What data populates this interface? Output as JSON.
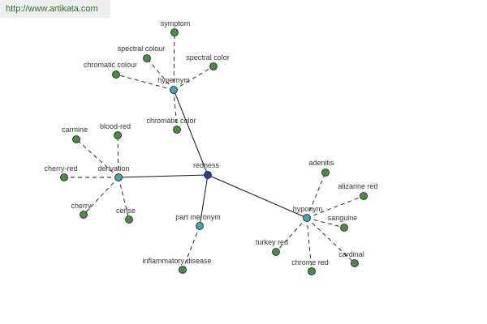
{
  "url": "http://www.artikata.com",
  "colors": {
    "root": "#2e3f8f",
    "relation": "#4aa2ae",
    "leaf": "#4c8a45",
    "edge": "#111111"
  },
  "root": {
    "id": "redness",
    "label": "redness"
  },
  "relations": [
    {
      "id": "hypernym",
      "label": "hypernym"
    },
    {
      "id": "derivation",
      "label": "derivation"
    },
    {
      "id": "part-meronym",
      "label": "part meronym"
    },
    {
      "id": "hyponym",
      "label": "hyponym"
    }
  ],
  "leaves": [
    {
      "id": "symptom",
      "label": "symptom",
      "parent": "hypernym"
    },
    {
      "id": "spectral-colour",
      "label": "spectral colour",
      "parent": "hypernym"
    },
    {
      "id": "spectral-color",
      "label": "spectral color",
      "parent": "hypernym"
    },
    {
      "id": "chromatic-colour",
      "label": "chromatic colour",
      "parent": "hypernym"
    },
    {
      "id": "chromatic-color",
      "label": "chromatic color",
      "parent": "hypernym"
    },
    {
      "id": "carmine",
      "label": "carmine",
      "parent": "derivation"
    },
    {
      "id": "blood-red",
      "label": "blood-red",
      "parent": "derivation"
    },
    {
      "id": "cherry-red",
      "label": "cherry-red",
      "parent": "derivation"
    },
    {
      "id": "cherry",
      "label": "cherry",
      "parent": "derivation"
    },
    {
      "id": "cerise",
      "label": "cerise",
      "parent": "derivation"
    },
    {
      "id": "inflammatory-disease",
      "label": "inflammatory disease",
      "parent": "part-meronym"
    },
    {
      "id": "adenitis",
      "label": "adenitis",
      "parent": "hyponym"
    },
    {
      "id": "alizarine-red",
      "label": "alizarine red",
      "parent": "hyponym"
    },
    {
      "id": "sanguine",
      "label": "sanguine",
      "parent": "hyponym"
    },
    {
      "id": "turkey-red",
      "label": "turkey red",
      "parent": "hyponym"
    },
    {
      "id": "chrome-red",
      "label": "chrome red",
      "parent": "hyponym"
    },
    {
      "id": "cardinal",
      "label": "cardinal",
      "parent": "hyponym"
    }
  ]
}
